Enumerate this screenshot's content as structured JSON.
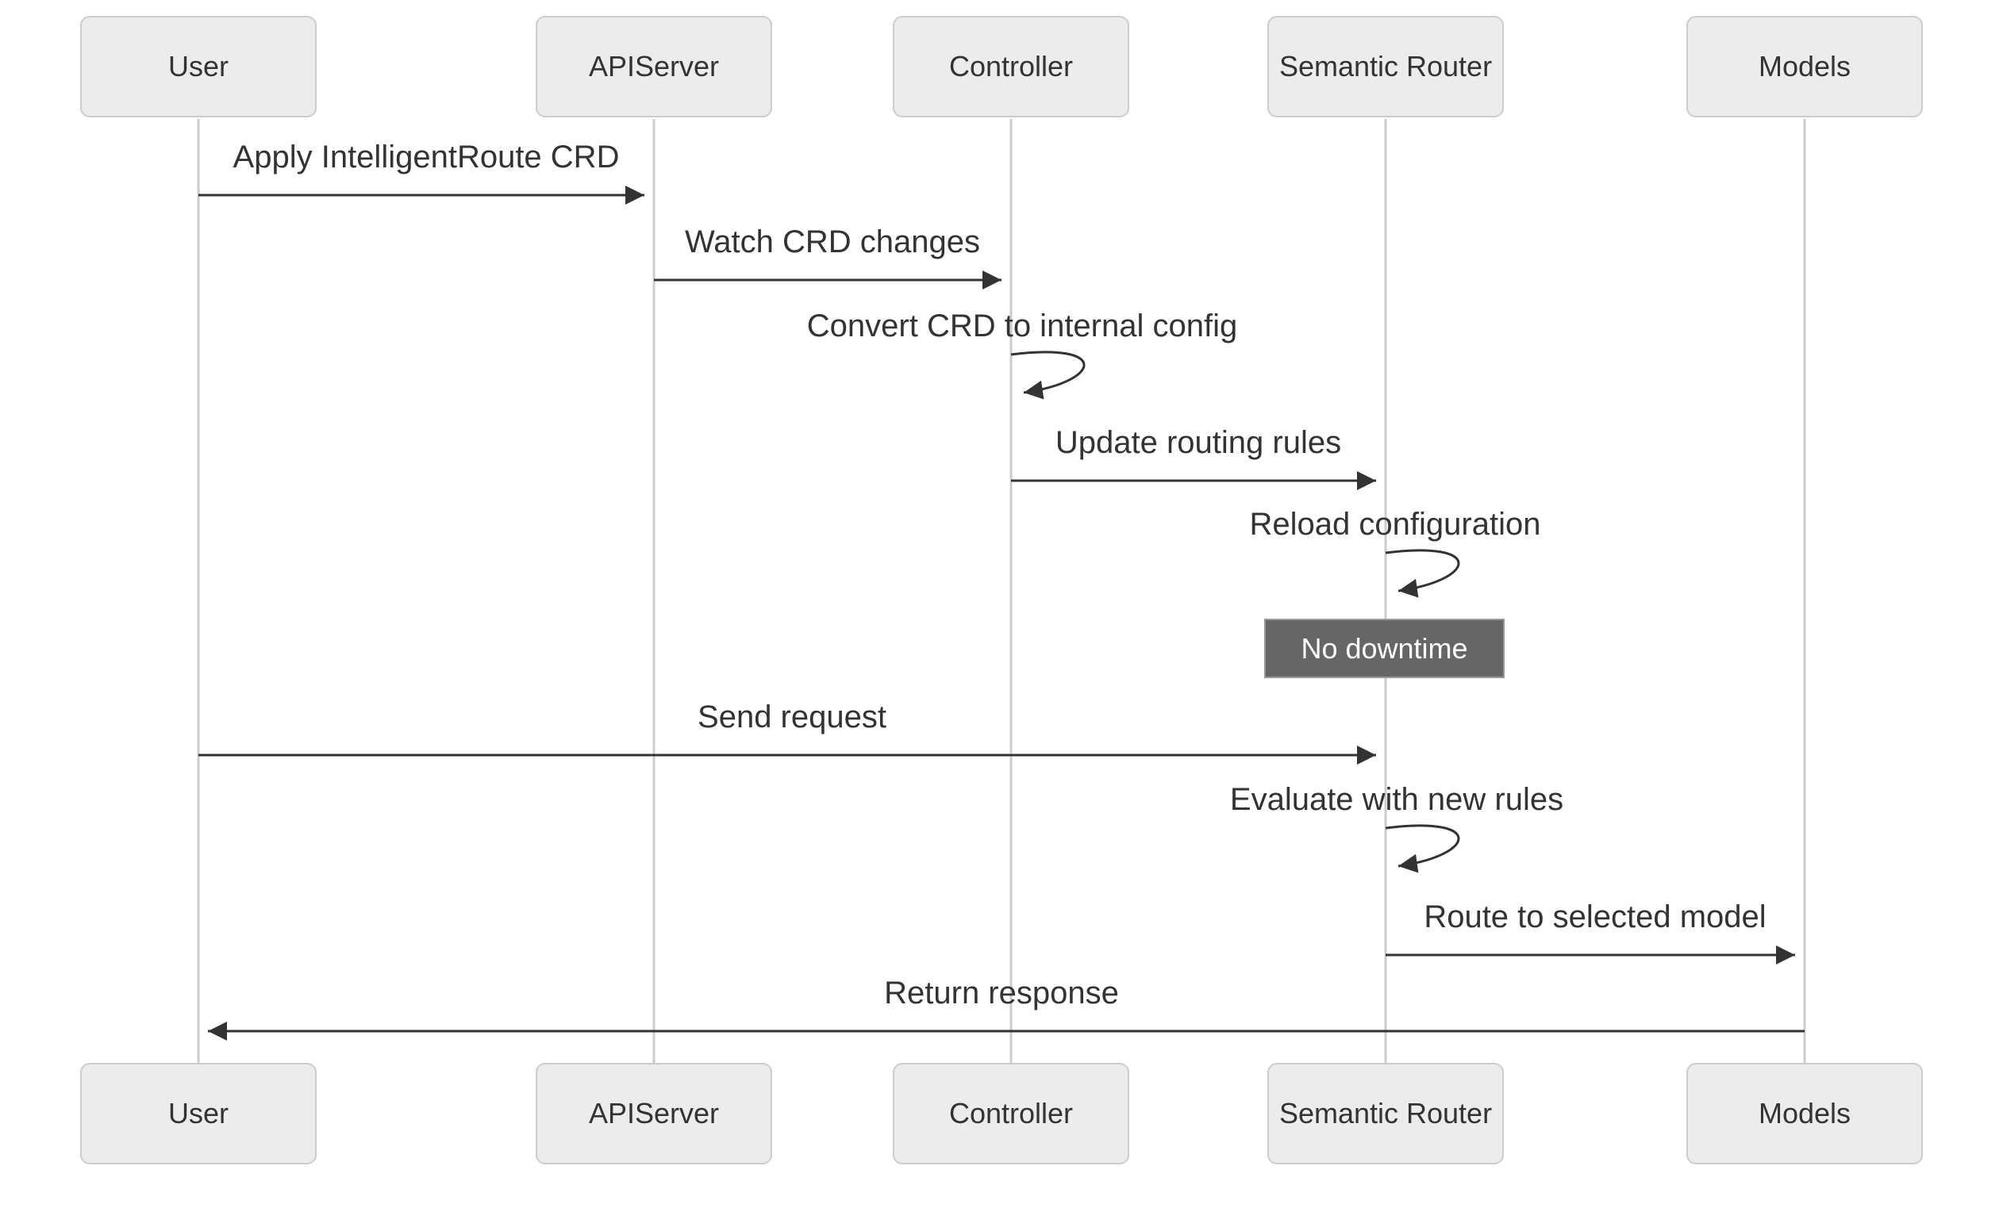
{
  "diagram": {
    "type": "sequence-diagram",
    "actors": [
      {
        "id": "user",
        "label": "User"
      },
      {
        "id": "apiserver",
        "label": "APIServer"
      },
      {
        "id": "controller",
        "label": "Controller"
      },
      {
        "id": "semantic-router",
        "label": "Semantic Router"
      },
      {
        "id": "models",
        "label": "Models"
      }
    ],
    "messages": [
      {
        "label": "Apply IntelligentRoute CRD",
        "from": "User",
        "to": "APIServer",
        "kind": "solid-arrow"
      },
      {
        "label": "Watch CRD changes",
        "from": "APIServer",
        "to": "Controller",
        "kind": "solid-arrow"
      },
      {
        "label": "Convert CRD to internal config",
        "from": "Controller",
        "to": "Controller",
        "kind": "self-loop"
      },
      {
        "label": "Update routing rules",
        "from": "Controller",
        "to": "Semantic Router",
        "kind": "solid-arrow"
      },
      {
        "label": "Reload configuration",
        "from": "Semantic Router",
        "to": "Semantic Router",
        "kind": "self-loop"
      },
      {
        "label": "Send request",
        "from": "User",
        "to": "Semantic Router",
        "kind": "solid-arrow"
      },
      {
        "label": "Evaluate with new rules",
        "from": "Semantic Router",
        "to": "Semantic Router",
        "kind": "self-loop"
      },
      {
        "label": "Route to selected model",
        "from": "Semantic Router",
        "to": "Models",
        "kind": "solid-arrow"
      },
      {
        "label": "Return response",
        "from": "Models",
        "to": "User",
        "kind": "solid-arrow"
      }
    ],
    "note": {
      "label": "No downtime",
      "over": "Semantic Router"
    },
    "colors": {
      "background": "#ffffff",
      "actor_fill": "#ececec",
      "actor_border": "#cccccc",
      "text": "#333333",
      "arrow": "#333333",
      "lifeline": "#cccccc",
      "note_fill": "#666666",
      "note_border": "#999999",
      "note_text": "#ffffff"
    }
  }
}
